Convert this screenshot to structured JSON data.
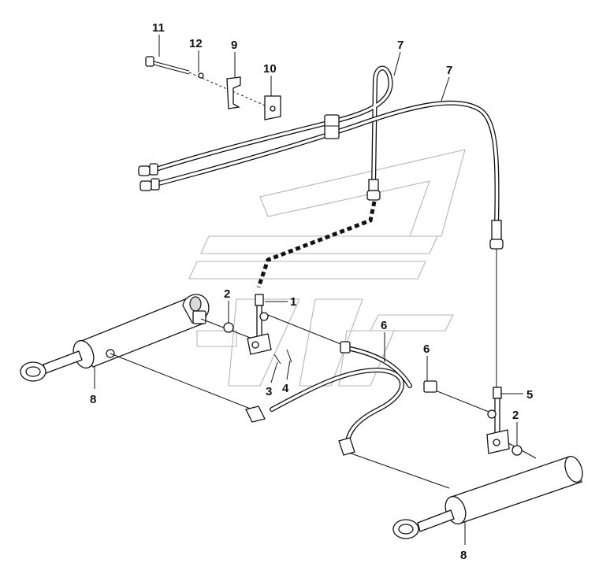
{
  "diagram": {
    "title": "",
    "callouts": [
      {
        "id": "c11",
        "label": "11"
      },
      {
        "id": "c12",
        "label": "12"
      },
      {
        "id": "c9",
        "label": "9"
      },
      {
        "id": "c10",
        "label": "10"
      },
      {
        "id": "c7a",
        "label": "7"
      },
      {
        "id": "c7b",
        "label": "7"
      },
      {
        "id": "c1",
        "label": "1"
      },
      {
        "id": "c2a",
        "label": "2"
      },
      {
        "id": "c6a",
        "label": "6"
      },
      {
        "id": "c6b",
        "label": "6"
      },
      {
        "id": "c3",
        "label": "3"
      },
      {
        "id": "c4",
        "label": "4"
      },
      {
        "id": "c5",
        "label": "5"
      },
      {
        "id": "c2b",
        "label": "2"
      },
      {
        "id": "c8a",
        "label": "8"
      },
      {
        "id": "c8b",
        "label": "8"
      }
    ],
    "colors": {
      "line": "#111111",
      "watermark": "#b5b5b5",
      "background": "#ffffff"
    }
  }
}
